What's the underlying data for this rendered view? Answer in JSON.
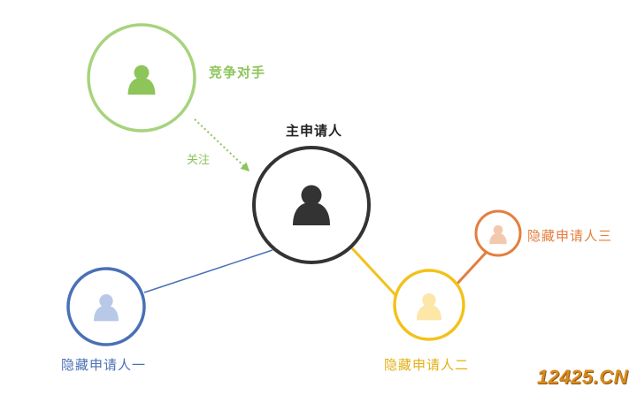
{
  "nodes": {
    "competitor": {
      "label": "竞争对手",
      "color": "#8dc55a",
      "icon": "person-icon"
    },
    "main": {
      "label": "主申请人",
      "color": "#333333",
      "icon": "person-icon"
    },
    "hidden_1": {
      "label": "隐藏申请人一",
      "color": "#4a70b6",
      "icon_color": "#b7c9e6",
      "icon": "person-icon"
    },
    "hidden_2": {
      "label": "隐藏申请人二",
      "color": "#f2c21a",
      "icon_color": "#fce6a8",
      "icon": "person-icon"
    },
    "hidden_3": {
      "label": "隐藏申请人三",
      "color": "#e37e3e",
      "icon_color": "#f3c9ad",
      "icon": "person-icon"
    }
  },
  "edges": {
    "follow": {
      "label": "关注",
      "color": "#8dc55a",
      "icon": "dotted-arrow"
    }
  },
  "watermark": {
    "text": "12425.CN",
    "color": "#d98a1e"
  }
}
